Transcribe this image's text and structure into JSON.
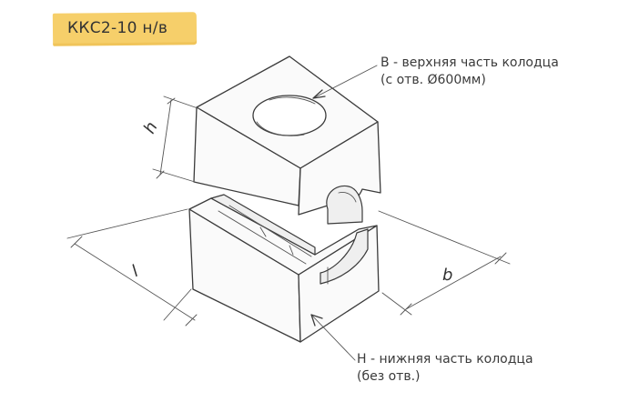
{
  "title": "ККС2-10 н/в",
  "colors": {
    "tag": "#f6cf6a",
    "ink": "#3b3b3b"
  },
  "annotations": {
    "top_line1": "В - верхняя часть колодца",
    "top_line2": "(с отв. Ø600мм)",
    "bottom_line1": "Н - нижняя часть колодца",
    "bottom_line2": "(без отв.)"
  },
  "dimensions": {
    "h": "h",
    "l": "l",
    "b": "b"
  }
}
